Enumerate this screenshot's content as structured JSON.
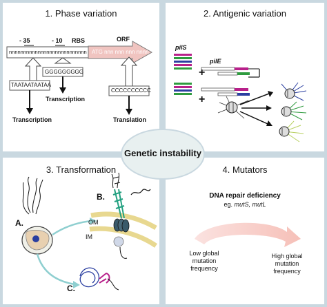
{
  "center_label": "Genetic instability",
  "colors": {
    "frame": "#c9d8e0",
    "center_fill": "#e8f0f0",
    "orf_arrow": "#f0c4c0",
    "magenta": "#b8208a",
    "green": "#2e9b3e",
    "blue": "#2a3ea0",
    "olive": "#b8d060",
    "membrane": "#e8d890",
    "teal": "#22a080"
  },
  "panels": {
    "phase_variation": {
      "title": "1. Phase variation",
      "minus35": "- 35",
      "minus10": "- 10",
      "rbs": "RBS",
      "orf": "ORF",
      "promoter_seq": "nnnnnnnnnnnnnnnnnnnnnnnnnnn",
      "orf_seq": "ATG nnn nnn nnn nnnn",
      "ta_repeat": "TAATAATAATAA",
      "g_repeat": "GGGGGGGGG",
      "c_repeat": "CCCCCCCCCC",
      "transcription_left": "Transcription",
      "transcription_mid": "Transcription",
      "translation": "Translation"
    },
    "antigenic_variation": {
      "title": "2. Antigenic variation",
      "pils": "pilS",
      "pile": "pilE",
      "plus1": "+",
      "plus2": "+"
    },
    "transformation": {
      "title": "3. Transformation",
      "label_a": "A.",
      "label_b": "B.",
      "label_c": "C.",
      "om": "OM",
      "im": "IM"
    },
    "mutators": {
      "title": "4. Mutators",
      "repair": "DNA repair deficiency",
      "eg_prefix": "eg. ",
      "eg_genes": "mutS, mutL",
      "low": "Low global mutation frequency",
      "high": "High global mutation frequency"
    }
  }
}
